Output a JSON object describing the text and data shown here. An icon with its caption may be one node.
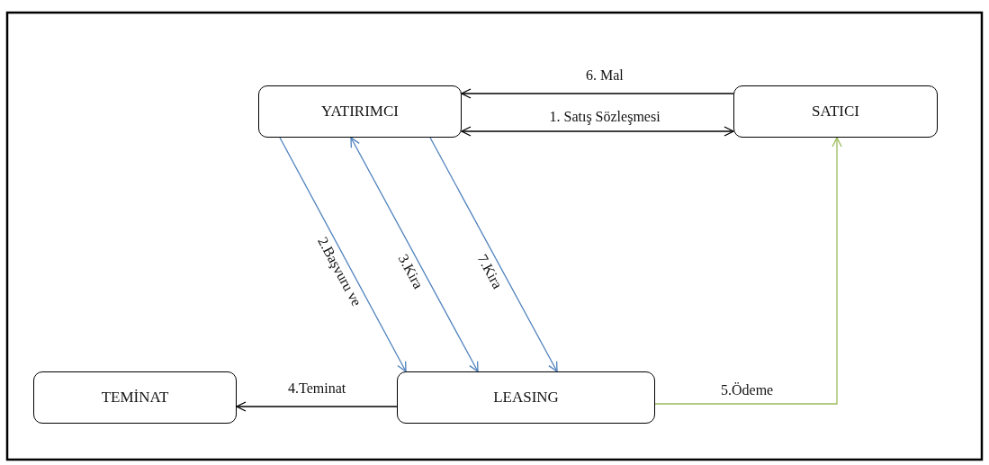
{
  "diagram": {
    "nodes": [
      {
        "text": [
          "YATIRIMCI"
        ]
      },
      {
        "text": [
          "SATICI"
        ]
      },
      {
        "text": [
          "TEMİNAT"
        ]
      },
      {
        "text": [
          "LEASING"
        ]
      }
    ],
    "edges": [
      {
        "from": 1,
        "to": 0,
        "arrow": "to",
        "label": "6. Mal"
      },
      {
        "from": 0,
        "to": 1,
        "arrow": "both",
        "label": "1. Satış Sözleşmesi"
      },
      {
        "from": 0,
        "to": 3,
        "arrow": "to",
        "label": "2.Başvuru ve",
        "color": "#4f81bd"
      },
      {
        "from": 0,
        "to": 3,
        "arrow": "both",
        "label": "3.Kira",
        "color": "#4f81bd"
      },
      {
        "from": 0,
        "to": 3,
        "arrow": "to",
        "label": "7.Kira",
        "color": "#4f81bd"
      },
      {
        "from": 3,
        "to": 2,
        "arrow": "to",
        "label": "4.Teminat"
      },
      {
        "from": 3,
        "to": 1,
        "arrow": "to",
        "label": "5.Ödeme",
        "color": "#9bbb59"
      }
    ]
  }
}
